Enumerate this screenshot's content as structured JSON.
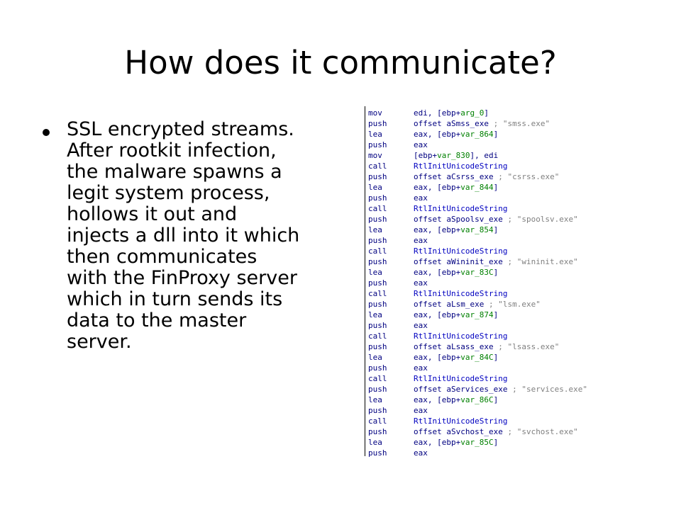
{
  "slide": {
    "title": "How does it communicate?",
    "bullet": "SSL encrypted streams.\nAfter rootkit infection,\nthe malware spawns a\nlegit system process,\nhollows it out and\ninjects a dll into it which\nthen communicates\nwith the FinProxy server\nwhich in turn sends its\ndata to the master\nserver."
  },
  "colors": {
    "text": "#000000",
    "asm_default": "#000080",
    "asm_variable": "#008000",
    "asm_function": "#0000c0",
    "asm_comment": "#808080"
  },
  "code": {
    "lines": [
      {
        "m": "mov",
        "o": [
          {
            "t": "edi, [ebp+",
            "k": "navy"
          },
          {
            "t": "arg_0",
            "k": "green"
          },
          {
            "t": "]",
            "k": "navy"
          }
        ]
      },
      {
        "m": "push",
        "o": [
          {
            "t": "offset aSmss_exe ",
            "k": "navy"
          },
          {
            "t": "; \"smss.exe\"",
            "k": "gray"
          }
        ]
      },
      {
        "m": "lea",
        "o": [
          {
            "t": "eax, [ebp+",
            "k": "navy"
          },
          {
            "t": "var_864",
            "k": "green"
          },
          {
            "t": "]",
            "k": "navy"
          }
        ]
      },
      {
        "m": "push",
        "o": [
          {
            "t": "eax",
            "k": "navy"
          }
        ]
      },
      {
        "m": "mov",
        "o": [
          {
            "t": "[ebp+",
            "k": "navy"
          },
          {
            "t": "var_830",
            "k": "green"
          },
          {
            "t": "], edi",
            "k": "navy"
          }
        ]
      },
      {
        "m": "call",
        "o": [
          {
            "t": "RtlInitUnicodeString",
            "k": "blue"
          }
        ]
      },
      {
        "m": "push",
        "o": [
          {
            "t": "offset aCsrss_exe ",
            "k": "navy"
          },
          {
            "t": "; \"csrss.exe\"",
            "k": "gray"
          }
        ]
      },
      {
        "m": "lea",
        "o": [
          {
            "t": "eax, [ebp+",
            "k": "navy"
          },
          {
            "t": "var_844",
            "k": "green"
          },
          {
            "t": "]",
            "k": "navy"
          }
        ]
      },
      {
        "m": "push",
        "o": [
          {
            "t": "eax",
            "k": "navy"
          }
        ]
      },
      {
        "m": "call",
        "o": [
          {
            "t": "RtlInitUnicodeString",
            "k": "blue"
          }
        ]
      },
      {
        "m": "push",
        "o": [
          {
            "t": "offset aSpoolsv_exe ",
            "k": "navy"
          },
          {
            "t": "; \"spoolsv.exe\"",
            "k": "gray"
          }
        ]
      },
      {
        "m": "lea",
        "o": [
          {
            "t": "eax, [ebp+",
            "k": "navy"
          },
          {
            "t": "var_854",
            "k": "green"
          },
          {
            "t": "]",
            "k": "navy"
          }
        ]
      },
      {
        "m": "push",
        "o": [
          {
            "t": "eax",
            "k": "navy"
          }
        ]
      },
      {
        "m": "call",
        "o": [
          {
            "t": "RtlInitUnicodeString",
            "k": "blue"
          }
        ]
      },
      {
        "m": "push",
        "o": [
          {
            "t": "offset aWininit_exe ",
            "k": "navy"
          },
          {
            "t": "; \"wininit.exe\"",
            "k": "gray"
          }
        ]
      },
      {
        "m": "lea",
        "o": [
          {
            "t": "eax, [ebp+",
            "k": "navy"
          },
          {
            "t": "var_83C",
            "k": "green"
          },
          {
            "t": "]",
            "k": "navy"
          }
        ]
      },
      {
        "m": "push",
        "o": [
          {
            "t": "eax",
            "k": "navy"
          }
        ]
      },
      {
        "m": "call",
        "o": [
          {
            "t": "RtlInitUnicodeString",
            "k": "blue"
          }
        ]
      },
      {
        "m": "push",
        "o": [
          {
            "t": "offset aLsm_exe ",
            "k": "navy"
          },
          {
            "t": "; \"lsm.exe\"",
            "k": "gray"
          }
        ]
      },
      {
        "m": "lea",
        "o": [
          {
            "t": "eax, [ebp+",
            "k": "navy"
          },
          {
            "t": "var_874",
            "k": "green"
          },
          {
            "t": "]",
            "k": "navy"
          }
        ]
      },
      {
        "m": "push",
        "o": [
          {
            "t": "eax",
            "k": "navy"
          }
        ]
      },
      {
        "m": "call",
        "o": [
          {
            "t": "RtlInitUnicodeString",
            "k": "blue"
          }
        ]
      },
      {
        "m": "push",
        "o": [
          {
            "t": "offset aLsass_exe ",
            "k": "navy"
          },
          {
            "t": "; \"lsass.exe\"",
            "k": "gray"
          }
        ]
      },
      {
        "m": "lea",
        "o": [
          {
            "t": "eax, [ebp+",
            "k": "navy"
          },
          {
            "t": "var_84C",
            "k": "green"
          },
          {
            "t": "]",
            "k": "navy"
          }
        ]
      },
      {
        "m": "push",
        "o": [
          {
            "t": "eax",
            "k": "navy"
          }
        ]
      },
      {
        "m": "call",
        "o": [
          {
            "t": "RtlInitUnicodeString",
            "k": "blue"
          }
        ]
      },
      {
        "m": "push",
        "o": [
          {
            "t": "offset aServices_exe ",
            "k": "navy"
          },
          {
            "t": "; \"services.exe\"",
            "k": "gray"
          }
        ]
      },
      {
        "m": "lea",
        "o": [
          {
            "t": "eax, [ebp+",
            "k": "navy"
          },
          {
            "t": "var_86C",
            "k": "green"
          },
          {
            "t": "]",
            "k": "navy"
          }
        ]
      },
      {
        "m": "push",
        "o": [
          {
            "t": "eax",
            "k": "navy"
          }
        ]
      },
      {
        "m": "call",
        "o": [
          {
            "t": "RtlInitUnicodeString",
            "k": "blue"
          }
        ]
      },
      {
        "m": "push",
        "o": [
          {
            "t": "offset aSvchost_exe ",
            "k": "navy"
          },
          {
            "t": "; \"svchost.exe\"",
            "k": "gray"
          }
        ]
      },
      {
        "m": "lea",
        "o": [
          {
            "t": "eax, [ebp+",
            "k": "navy"
          },
          {
            "t": "var_85C",
            "k": "green"
          },
          {
            "t": "]",
            "k": "navy"
          }
        ]
      },
      {
        "m": "push",
        "o": [
          {
            "t": "eax",
            "k": "navy"
          }
        ]
      }
    ]
  }
}
